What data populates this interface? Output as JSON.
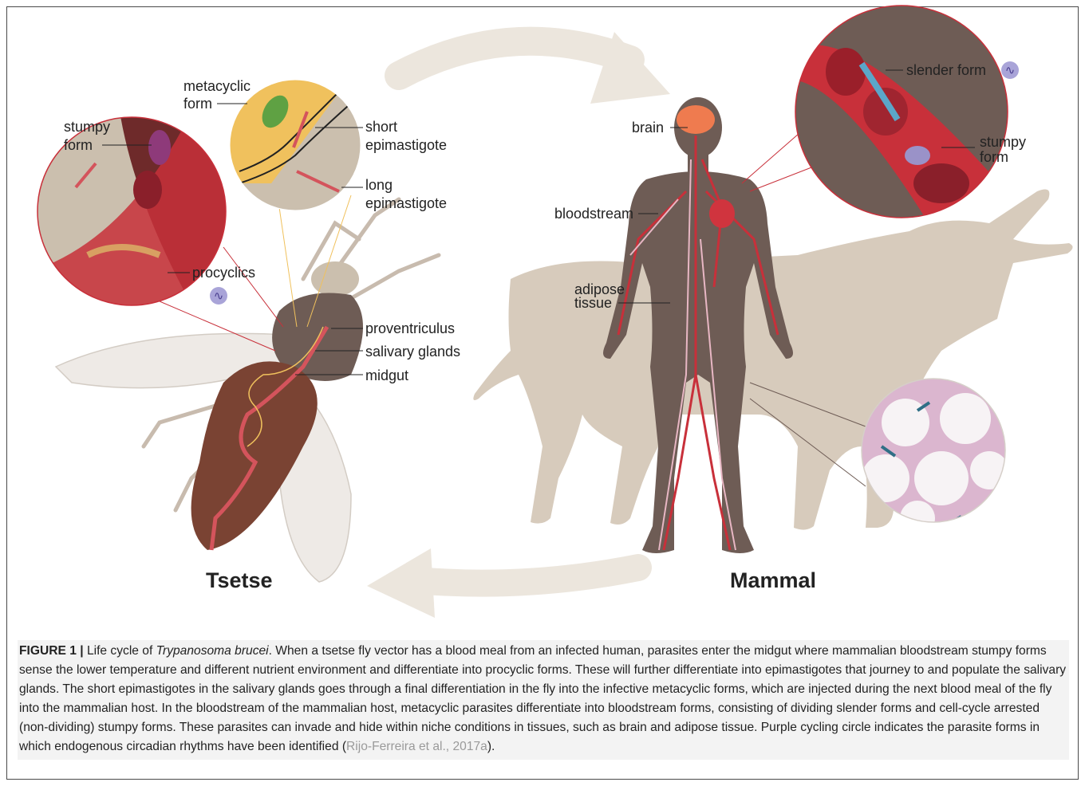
{
  "labels": {
    "tsetse": {
      "stumpy_form_1": "stumpy",
      "stumpy_form_2": "form",
      "metacyclic_1": "metacyclic",
      "metacyclic_2": "form",
      "short_epi_1": "short",
      "short_epi_2": "epimastigote",
      "long_epi_1": "long",
      "long_epi_2": "epimastigote",
      "procyclics": "procyclics",
      "proventriculus": "proventriculus",
      "salivary_glands": "salivary glands",
      "midgut": "midgut"
    },
    "mammal": {
      "brain": "brain",
      "bloodstream": "bloodstream",
      "adipose_1": "adipose",
      "adipose_2": "tissue",
      "slender_form": "slender form",
      "stumpy_form_1": "stumpy",
      "stumpy_form_2": "form"
    }
  },
  "titles": {
    "tsetse": "Tsetse",
    "mammal": "Mammal"
  },
  "cycling_symbol": "∿",
  "caption": {
    "figure_label": "FIGURE 1 |",
    "lead": " Life cycle of ",
    "species": "Trypanosoma brucei",
    "body": ". When a tsetse fly vector has a blood meal from an infected human, parasites enter the midgut where mammalian bloodstream stumpy forms sense the lower temperature and different nutrient environment and differentiate into procyclic forms. These will further differentiate into epimastigotes that journey to and populate the salivary glands. The short epimastigotes in the salivary glands goes through a final differentiation in the fly into the infective metacyclic forms, which are injected during the next blood meal of the fly into the mammalian host. In the bloodstream of the mammalian host, metacyclic parasites differentiate into bloodstream forms, consisting of dividing slender forms and cell-cycle arrested (non-dividing) stumpy forms. These parasites can invade and hide within niche conditions in tissues, such as brain and adipose tissue. Purple cycling circle indicates the parasite forms in which endogenous circadian rhythms have been identified (",
    "citation": "Rijo-Ferreira et al., 2017a",
    "end": ")."
  },
  "colors": {
    "cycle_arrow": "#ece6dd",
    "cow": "#d7cbbc",
    "human_body": "#6e5c55",
    "blood": "#c8303a",
    "zoom_bg": "#cbbfae",
    "gland_yellow": "#f0c15d",
    "cycling_purple": "#a9a4d8"
  }
}
